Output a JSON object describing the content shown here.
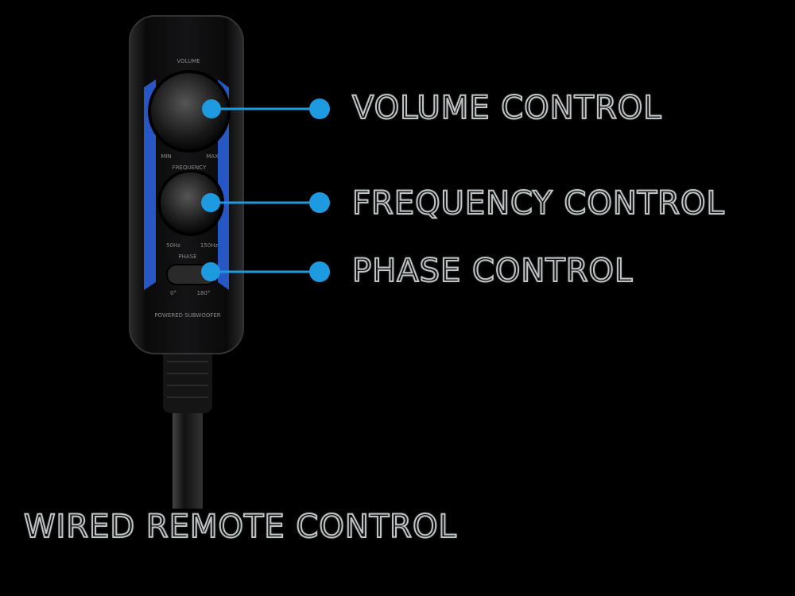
{
  "device": {
    "panel_labels": {
      "volume": "VOLUME",
      "volume_min": "MIN",
      "volume_max": "MAX",
      "frequency": "FREQUENCY",
      "freq_min": "50Hz",
      "freq_max": "150Hz",
      "phase": "PHASE",
      "phase_0": "0°",
      "phase_180": "180°",
      "brand": "POWERED SUBWOOFER"
    }
  },
  "callouts": [
    {
      "label": "VOLUME CONTROL"
    },
    {
      "label": "FREQUENCY CONTROL"
    },
    {
      "label": "PHASE CONTROL"
    }
  ],
  "caption": "WIRED REMOTE CONTROL",
  "colors": {
    "accent": "#1e9be0",
    "accent_glow": "#2a5fd8",
    "body": "#0c0c0e"
  }
}
